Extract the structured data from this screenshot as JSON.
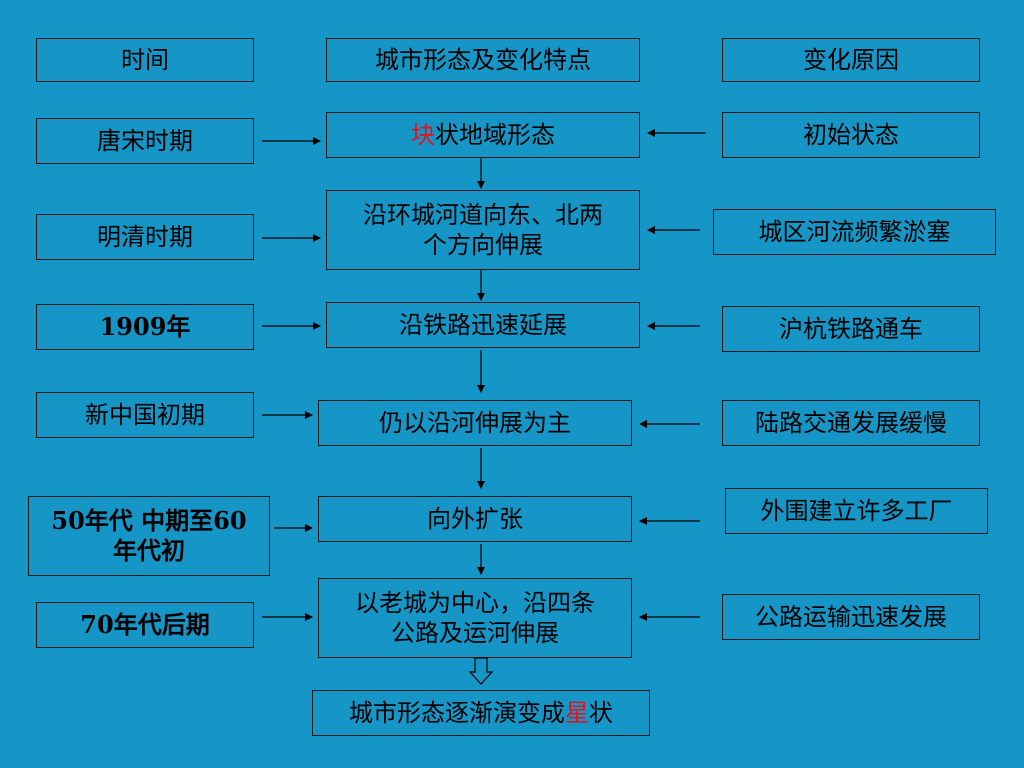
{
  "headers": {
    "time": "时间",
    "form": "城市形态及变化特点",
    "cause": "变化原因"
  },
  "rows": [
    {
      "time": "唐宋时期",
      "form_highlight": "块",
      "form_rest": "状地域形态",
      "cause": "初始状态"
    },
    {
      "time": "明清时期",
      "form_line1": "沿环城河道向东、北两",
      "form_line2": "个方向伸展",
      "cause": "城区河流频繁淤塞"
    },
    {
      "time": "1909年",
      "form": "沿铁路迅速延展",
      "cause": "沪杭铁路通车"
    },
    {
      "time": "新中国初期",
      "form": "仍以沿河伸展为主",
      "cause": "陆路交通发展缓慢"
    },
    {
      "time_line1": "50年代 中期至60",
      "time_line2": "年代初",
      "form": "向外扩张",
      "cause": "外围建立许多工厂"
    },
    {
      "time": "70年代后期",
      "form_line1": "以老城为中心，沿四条",
      "form_line2": "公路及运河伸展",
      "cause": "公路运输迅速发展"
    }
  ],
  "result": {
    "text_before": "城市形态逐渐演变成",
    "highlight": "星",
    "text_after": "状"
  },
  "colors": {
    "background": "#1596c6",
    "box_border": "#1a1a1a",
    "highlight": "#e8101a"
  }
}
